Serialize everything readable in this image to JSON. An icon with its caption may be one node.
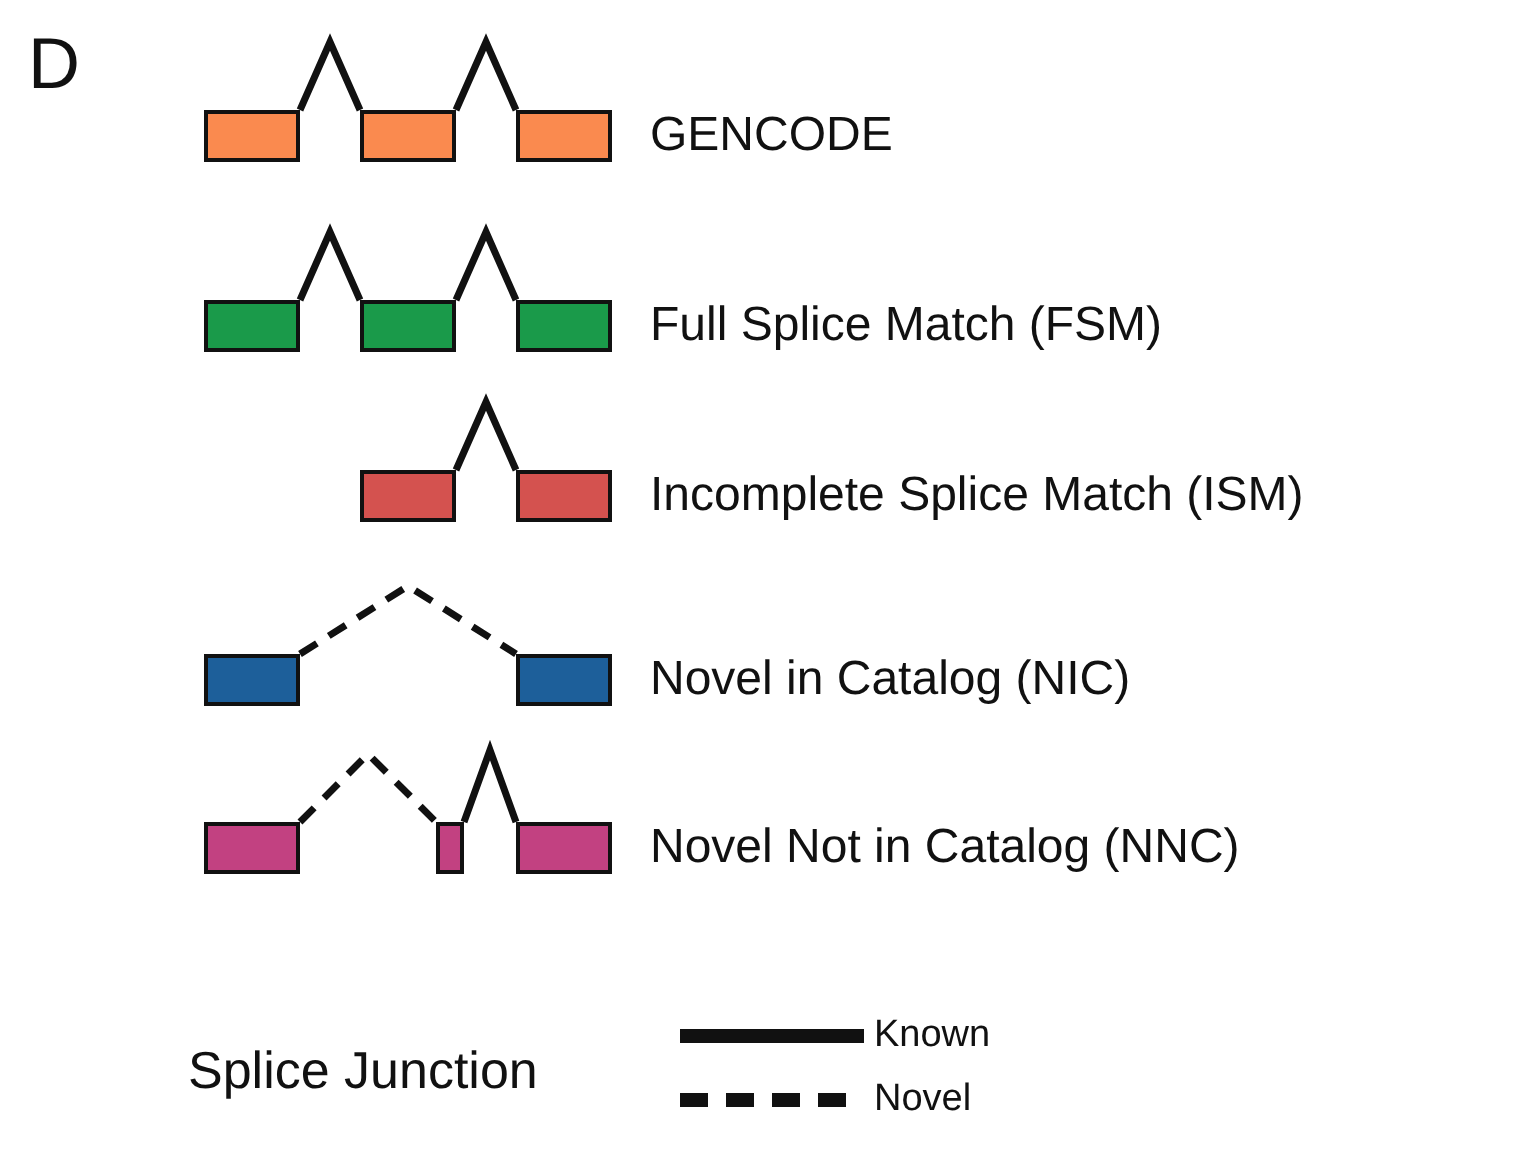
{
  "diagram": {
    "nodes": [
      {
        "text": [],
        "shape": "box"
      },
      {
        "text": [],
        "shape": "box"
      },
      {
        "text": [],
        "shape": "box",
        "beside": [
          "GENCODE"
        ]
      },
      {
        "text": [],
        "shape": "box"
      },
      {
        "text": [],
        "shape": "box"
      },
      {
        "text": [],
        "shape": "box",
        "beside": [
          "Full Splice Match (FSM)"
        ]
      },
      {
        "text": [],
        "shape": "box"
      },
      {
        "text": [],
        "shape": "box",
        "beside": [
          "Incomplete Splice Match (ISM)"
        ]
      },
      {
        "text": [],
        "shape": "box"
      },
      {
        "text": [],
        "shape": "box",
        "beside": [
          "Novel in Catalog (NIC)"
        ]
      },
      {
        "text": [],
        "shape": "box"
      },
      {
        "text": [],
        "shape": "box"
      },
      {
        "text": [],
        "shape": "box",
        "beside": [
          "Novel Not in Catalog (NNC)"
        ]
      }
    ],
    "edges": [
      {
        "from": 0,
        "to": 1,
        "arrow": "none"
      },
      {
        "from": 1,
        "to": 2,
        "arrow": "none"
      },
      {
        "from": 3,
        "to": 4,
        "arrow": "none"
      },
      {
        "from": 4,
        "to": 5,
        "arrow": "none"
      },
      {
        "from": 6,
        "to": 7,
        "arrow": "none"
      },
      {
        "from": 8,
        "to": 9,
        "arrow": "none",
        "style": "dashed"
      },
      {
        "from": 10,
        "to": 11,
        "arrow": "none",
        "style": "dashed"
      },
      {
        "from": 11,
        "to": 12,
        "arrow": "none"
      }
    ],
    "labels": [
      "D",
      "Splice Junction"
    ],
    "legend": [
      {
        "text": "Known"
      },
      {
        "text": "Novel"
      }
    ]
  }
}
